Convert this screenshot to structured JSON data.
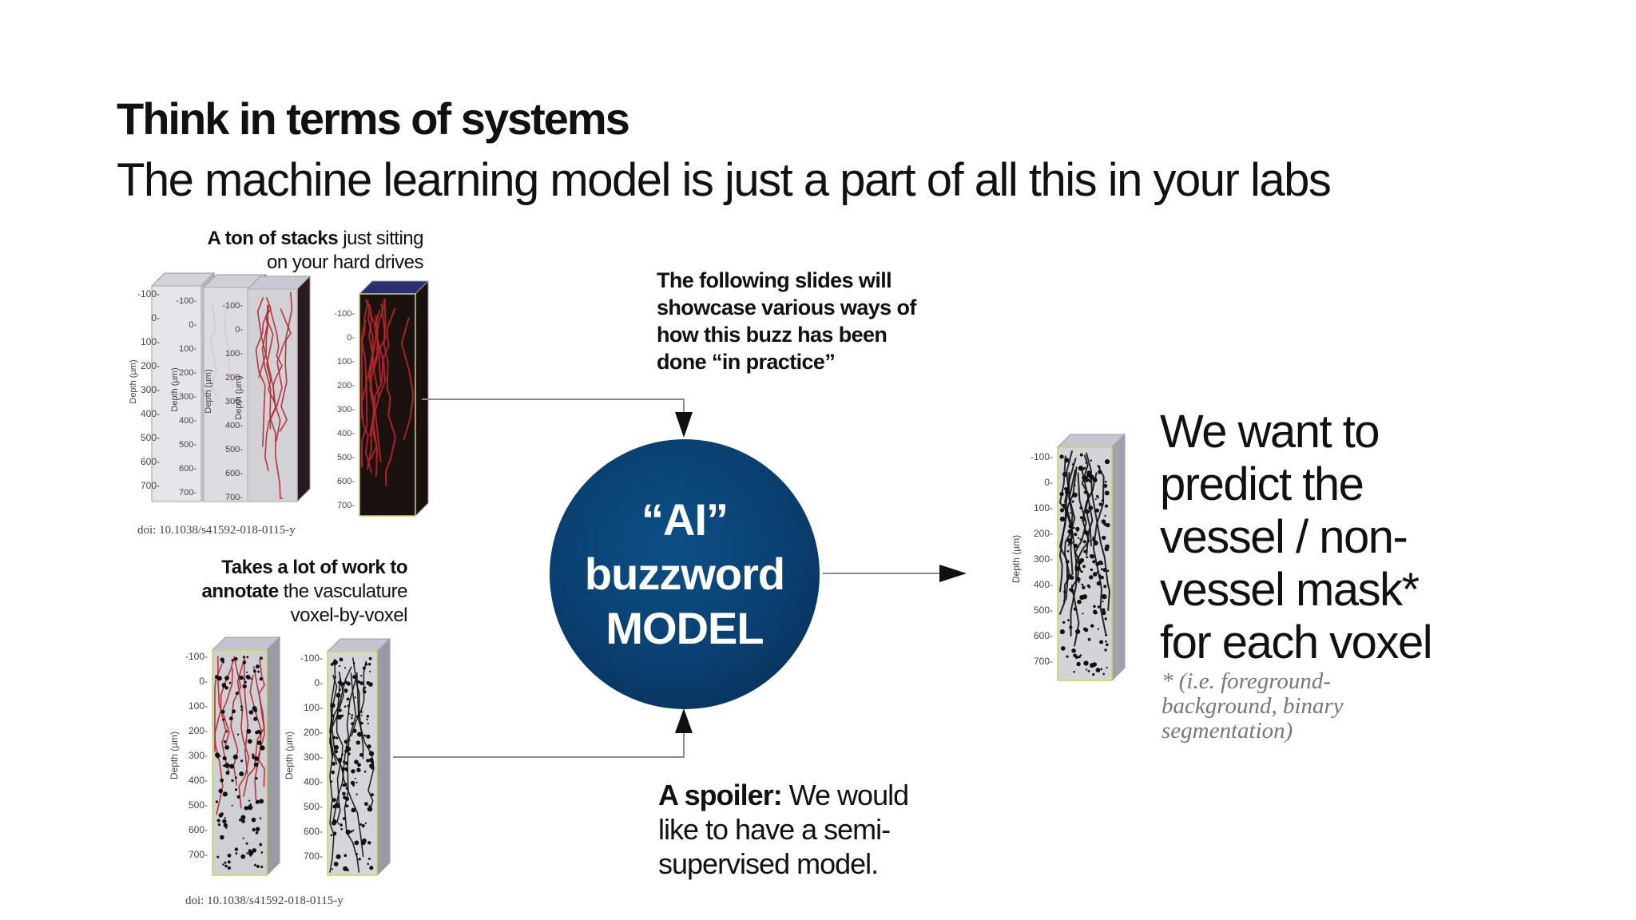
{
  "slide": {
    "title": "Think in terms of systems",
    "subtitle": "The machine learning model is just a part of all this in your labs"
  },
  "stacks_caption": {
    "bold": "A ton of stacks",
    "rest_1": " just sitting",
    "rest_2": "on your hard drives"
  },
  "annotate_caption": {
    "bold_1": "Takes a lot of work to",
    "bold_2": "annotate",
    "rest_2": " the vasculature",
    "rest_3": "voxel-by-voxel"
  },
  "doi_1": "doi: 10.1038/s41592-018-0115-y",
  "doi_2": "doi: 10.1038/s41592-018-0115-y",
  "note_top": [
    "The following slides will",
    "showcase various ways of",
    "how this buzz has been",
    "done “in practice”"
  ],
  "spoiler": {
    "bold": "A spoiler:",
    "line_1": " We would",
    "line_2": "like to have a semi-",
    "line_3": "supervised model."
  },
  "model": {
    "line_1": "“AI”",
    "line_2": "buzzword",
    "line_3": "MODEL",
    "color": "#0a3f70"
  },
  "prediction": {
    "lines": [
      "We want to",
      "predict the",
      "vessel / non-",
      "vessel mask*",
      "for each voxel"
    ],
    "footnote": [
      "* (i.e. foreground-",
      "background, binary",
      "segmentation)"
    ]
  },
  "axis": {
    "label": "Depth (µm)",
    "ticks": [
      "-100-",
      "0-",
      "100-",
      "200-",
      "300-",
      "400-",
      "500-",
      "600-",
      "700-"
    ]
  },
  "colors": {
    "vessel_red": "#b5262b",
    "mask_black": "#111111",
    "stack_gray": "#c9c9cf",
    "arrow": "#222222"
  }
}
